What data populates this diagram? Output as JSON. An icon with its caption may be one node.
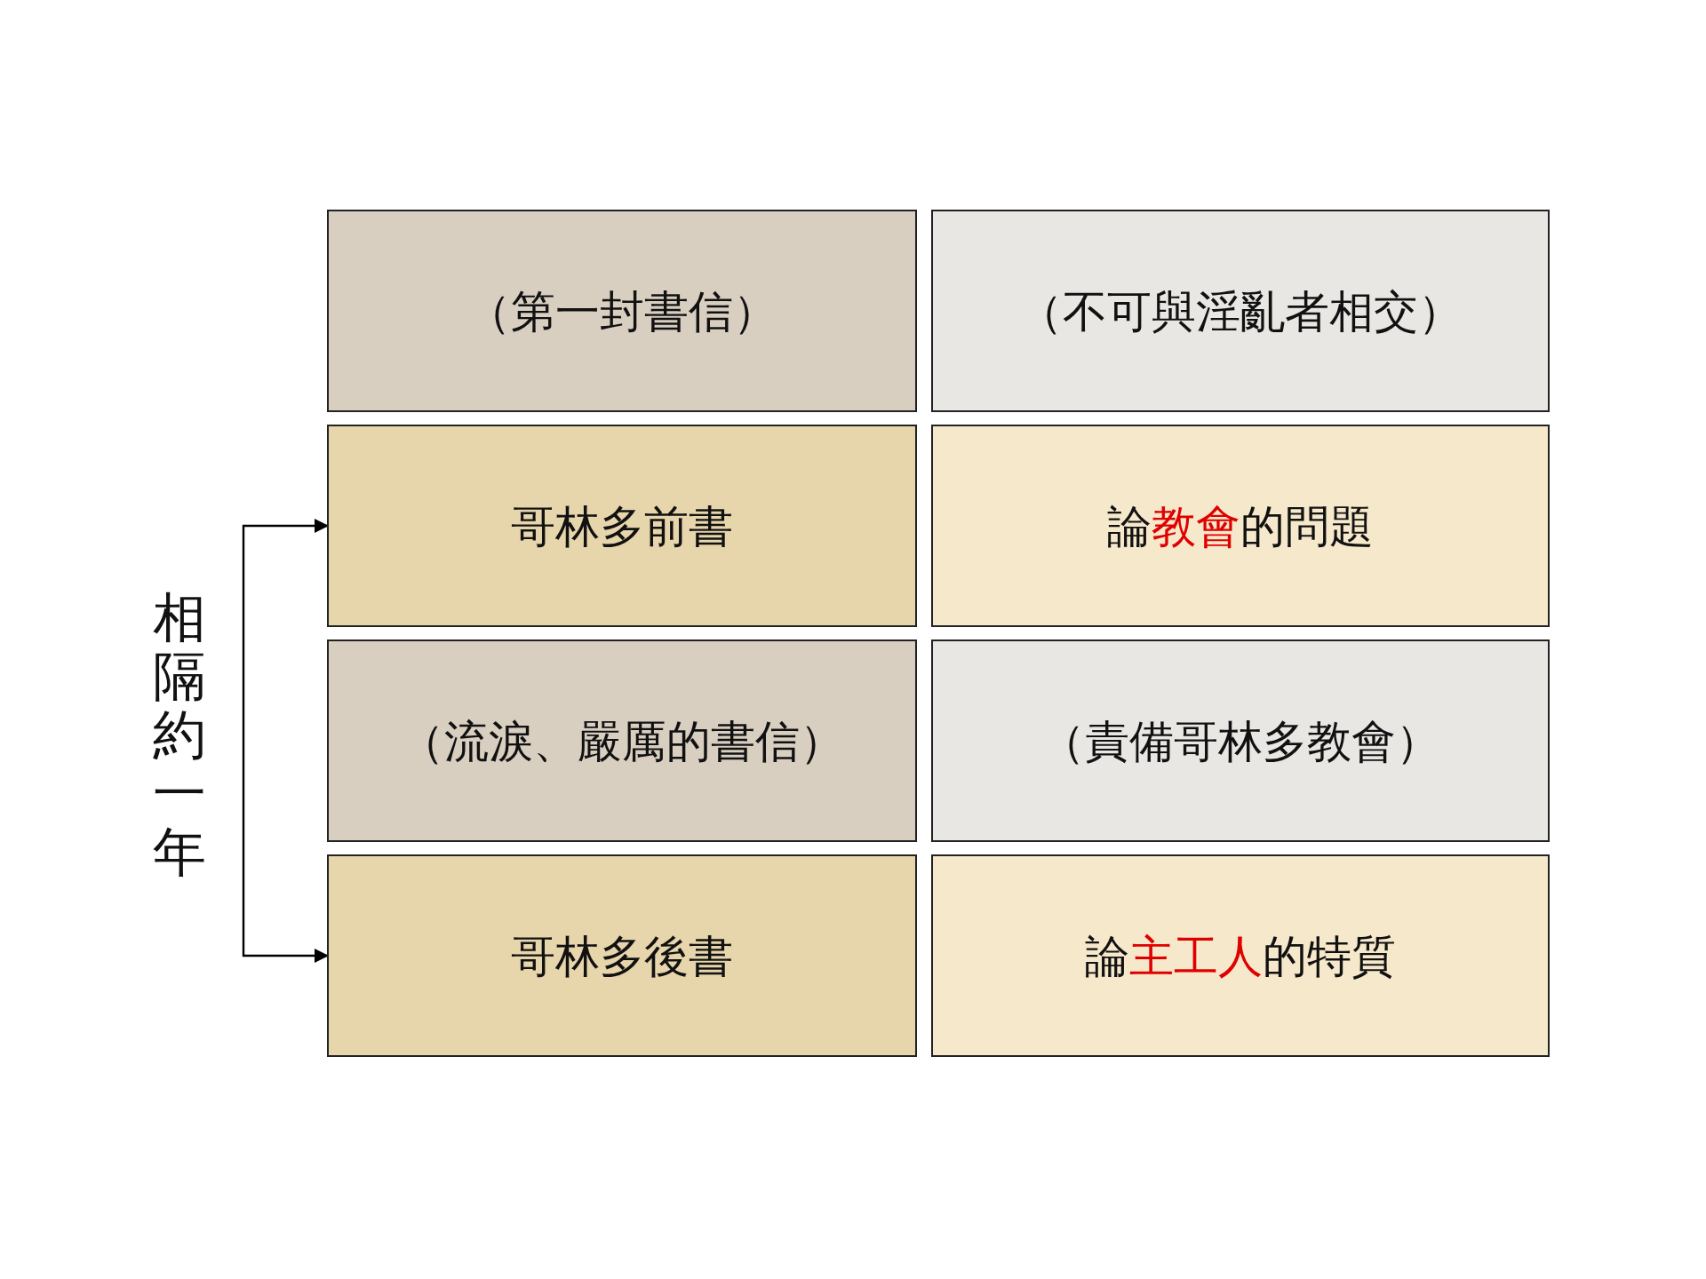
{
  "diagram": {
    "nodes": [
      {
        "text": [
          "（第一封書信）"
        ]
      },
      {
        "text": [
          "（不可與淫亂者相交）"
        ]
      },
      {
        "text": [
          "哥林多前書"
        ]
      },
      {
        "text": [
          "論**教會**的問題"
        ]
      },
      {
        "text": [
          "（流淚、嚴厲的書信）"
        ]
      },
      {
        "text": [
          "（責備哥林多教會）"
        ]
      },
      {
        "text": [
          "哥林多後書"
        ]
      },
      {
        "text": [
          "論**主工人**的特質"
        ]
      }
    ],
    "edges": [
      {
        "from": 2,
        "to": 6,
        "arrow": "both",
        "label": "相隔約一年"
      }
    ]
  }
}
